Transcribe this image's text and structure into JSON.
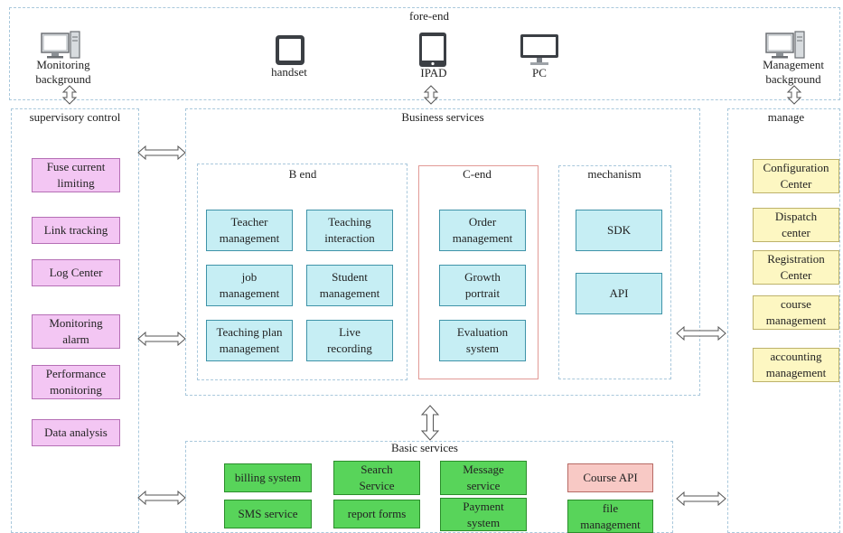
{
  "frontend": {
    "title": "fore-end",
    "items": [
      {
        "label": "Monitoring\nbackground",
        "icon": "desktop-computer-icon"
      },
      {
        "label": "handset",
        "icon": "smartphone-icon"
      },
      {
        "label": "IPAD",
        "icon": "tablet-icon"
      },
      {
        "label": "PC",
        "icon": "monitor-icon"
      },
      {
        "label": "Management\nbackground",
        "icon": "desktop-computer-icon"
      }
    ]
  },
  "supervisory": {
    "title": "supervisory control",
    "items": [
      "Fuse current\nlimiting",
      "Link tracking",
      "Log Center",
      "Monitoring\nalarm",
      "Performance\nmonitoring",
      "Data analysis"
    ]
  },
  "business": {
    "title": "Business services",
    "b_end": {
      "title": "B end",
      "items": [
        "Teacher\nmanagement",
        "Teaching\ninteraction",
        "job\nmanagement",
        "Student\nmanagement",
        "Teaching plan\nmanagement",
        "Live\nrecording"
      ]
    },
    "c_end": {
      "title": "C-end",
      "items": [
        "Order\nmanagement",
        "Growth\nportrait",
        "Evaluation\nsystem"
      ]
    },
    "mechanism": {
      "title": "mechanism",
      "items": [
        "SDK",
        "API"
      ]
    }
  },
  "manage": {
    "title": "manage",
    "items": [
      "Configuration\nCenter",
      "Dispatch\ncenter",
      "Registration\nCenter",
      "course\nmanagement",
      "accounting\nmanagement"
    ]
  },
  "basic": {
    "title": "Basic services",
    "items": [
      "billing system",
      "Search\nService",
      "Message\nservice",
      "SMS service",
      "report forms",
      "Payment\nsystem",
      "Course API",
      "file\nmanagement"
    ]
  },
  "colors": {
    "supervisory_box": "#f3c6f3",
    "business_box": "#c6eef4",
    "manage_box": "#fdf7c2",
    "basic_box": "#58d45a",
    "course_api_box": "#f8c9c5",
    "c_end_border": "#e29a96"
  }
}
